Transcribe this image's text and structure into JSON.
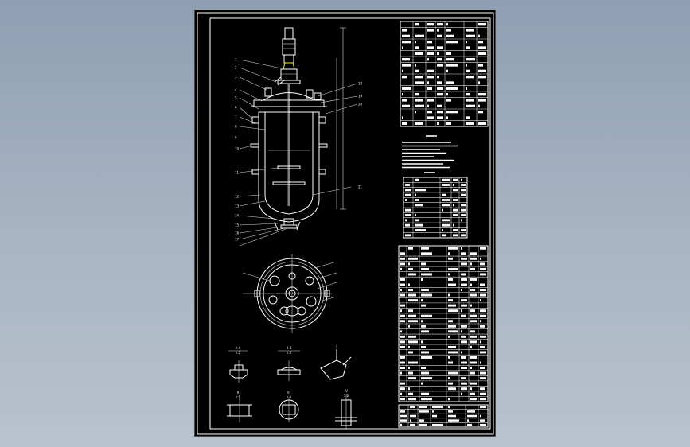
{
  "colors": {
    "background_top": "#8e9fb3",
    "background_bottom": "#b9c2cd",
    "sheet": "#000000",
    "line": "#ffffff",
    "highlight": "#e6e640"
  },
  "drawing": {
    "callouts_left": [
      "1",
      "2",
      "3",
      "4",
      "5",
      "6",
      "7",
      "8",
      "9",
      "10",
      "11",
      "12",
      "13",
      "14",
      "15",
      "16",
      "17"
    ],
    "callouts_right": [
      "18",
      "19",
      "20",
      "21"
    ],
    "view_titles": [
      "A-A",
      "B-B",
      "I",
      "II",
      "III",
      "IV"
    ],
    "scale_labels": [
      "1:2",
      "1:2",
      "1:5",
      "1:2",
      "1:2"
    ]
  }
}
